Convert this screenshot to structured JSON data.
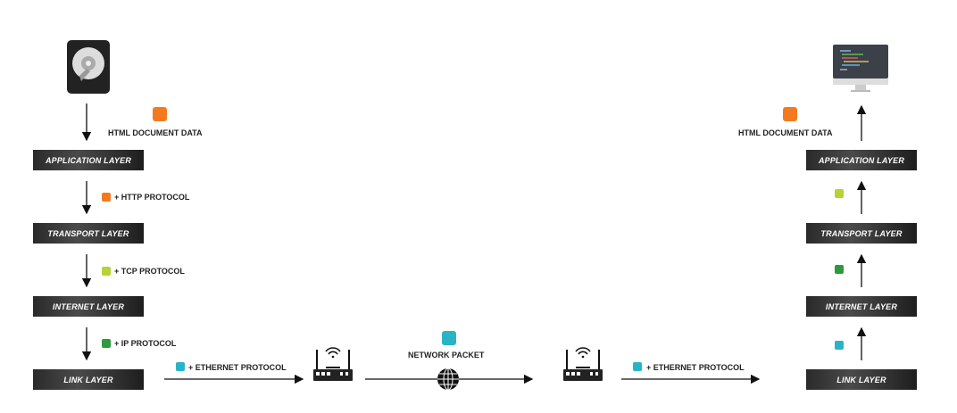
{
  "colors": {
    "html": "#f47a20",
    "http": "#b5d334",
    "tcp": "#2e9a3e",
    "ip": "#29b4c6"
  },
  "sender": {
    "icon": "hard-disk-icon",
    "data_label": "HTML DOCUMENT DATA",
    "layers": [
      "APPLICATION LAYER",
      "TRANSPORT LAYER",
      "INTERNET LAYER",
      "LINK LAYER"
    ],
    "steps": [
      "+ HTTP PROTOCOL",
      "+ TCP PROTOCOL",
      "+ IP PROTOCOL"
    ],
    "ethernet": "+ ETHERNET PROTOCOL"
  },
  "network": {
    "label": "NETWORK PACKET"
  },
  "receiver": {
    "icon": "monitor-icon",
    "data_label": "HTML DOCUMENT DATA",
    "layers": [
      "APPLICATION LAYER",
      "TRANSPORT LAYER",
      "INTERNET LAYER",
      "LINK LAYER"
    ],
    "ethernet": "+ ETHERNET PROTOCOL"
  }
}
